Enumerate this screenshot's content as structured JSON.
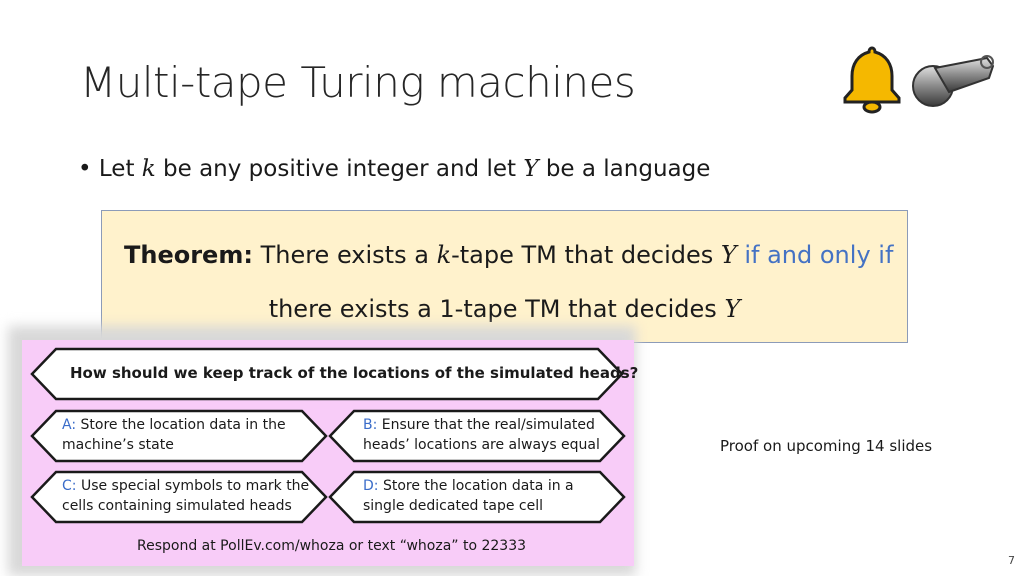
{
  "slide": {
    "title": "Multi-tape Turing machines",
    "bullet": {
      "prefix": "Let ",
      "var_k": "k",
      "middle": " be any positive integer and let ",
      "var_y": "Y",
      "suffix": " be a language"
    },
    "theorem": {
      "label": "Theorem:",
      "part1": " There exists a ",
      "var_k": "k",
      "part2": "-tape TM that decides ",
      "var_y": "Y",
      "iff": " if and only if",
      "line2": "there exists a 1-tape TM that decides ",
      "var_y2": "Y"
    },
    "proof_note": "Proof on upcoming 14 slides",
    "page_number": "7"
  },
  "poll": {
    "question": "How should we keep track of the locations of the simulated heads?",
    "options": [
      {
        "label": "A:",
        "text": "Store the location data in the machine’s state"
      },
      {
        "label": "B:",
        "text": "Ensure that the real/simulated heads’ locations are always equal"
      },
      {
        "label": "C:",
        "text": "Use special symbols to mark the cells containing simulated heads"
      },
      {
        "label": "D:",
        "text": "Store the location data in a single dedicated tape cell"
      }
    ],
    "respond": "Respond at PollEv.com/whoza or text “whoza” to 22333"
  },
  "colors": {
    "theorem_bg": "#fff2cc",
    "poll_bg": "#f8ccf8",
    "accent_blue": "#4472c4",
    "bell": "#f5b800"
  },
  "icons": [
    "bell-icon",
    "whistle-icon"
  ]
}
